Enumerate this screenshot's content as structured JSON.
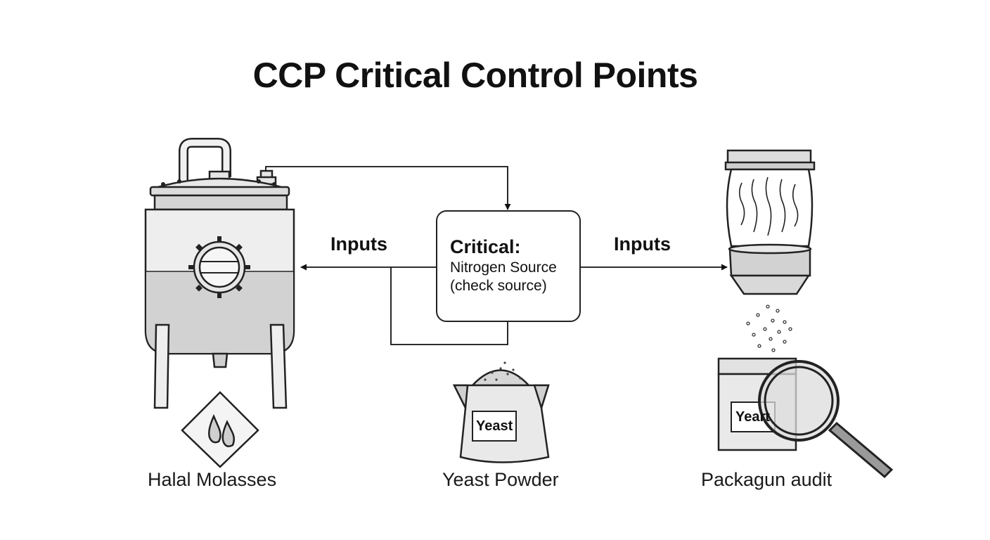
{
  "title": "CCP Critical Control Points",
  "center_box": {
    "heading": "Critical:",
    "line1": "Nitrogen Source",
    "line2": "(check source)"
  },
  "flows": {
    "left_label": "Inputs",
    "right_label": "Inputs"
  },
  "items": [
    {
      "label": "Halal Molasses"
    },
    {
      "label": "Yeast Powder",
      "tag": "Yeast"
    },
    {
      "label": "Packagun audit",
      "tag": "Yeart"
    }
  ]
}
